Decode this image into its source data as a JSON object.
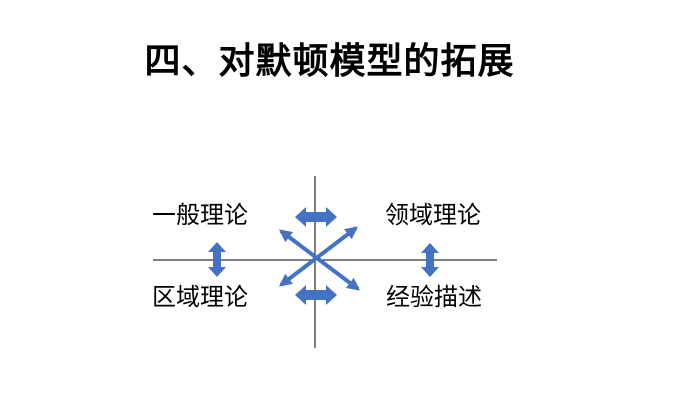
{
  "title": "四、对默顿模型的拓展",
  "quadrants": {
    "top_left": "一般理论",
    "top_right": "领域理论",
    "bottom_left": "区域理论",
    "bottom_right": "经验描述"
  },
  "colors": {
    "arrow": "#4472C4",
    "axis": "#000000"
  }
}
